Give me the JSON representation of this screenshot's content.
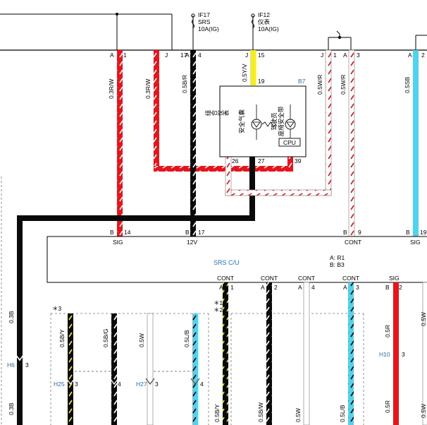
{
  "colors": {
    "red": "#e8141b",
    "black": "#0a0a0a",
    "yellow": "#f6ee1e",
    "cyan": "#4fd3f1",
    "white_wire": "#ffffff",
    "blue_text": "#2a6fb3"
  },
  "fuses": {
    "if17": {
      "id": "IF17",
      "name": "SRS",
      "rating": "10A(IG)"
    },
    "if12": {
      "id": "IF12",
      "name": "仪表",
      "rating": "10A(IG)"
    }
  },
  "top_connector": {
    "pins": [
      {
        "letter": "A",
        "num": "1"
      },
      {
        "letter": "J",
        "num": "17"
      },
      {
        "letter": "A",
        "num": "4"
      },
      {
        "letter": "J",
        "num": "15"
      },
      {
        "letter": "J",
        "num": "1"
      },
      {
        "letter": "A",
        "num": "3"
      },
      {
        "letter": "A",
        "num": "2"
      }
    ]
  },
  "wires": {
    "w1": "0.3R/W",
    "w2": "0.3R/W",
    "w3": "0.5B/R",
    "w4": "0.5Y/V",
    "w5": "0.5W/R",
    "w6": "0.5W/R",
    "w7": "0.5SB",
    "w_left_top": "0.3B",
    "w_left_bot": "0.3B",
    "w_h1": "0.5B/Y",
    "w_h2": "0.5B/G",
    "w_h3": "0.5W",
    "w_h4": "0.5L/B",
    "w_r1": "0.5R",
    "w_r2": "0.5R",
    "w_c1": "0.5B/Y",
    "w_c2": "0.5B/W",
    "w_c3": "0.5W",
    "w_c4": "0.5L/B",
    "w_right_top": "0.5W",
    "w_right_bot": "0.5W"
  },
  "cluster": {
    "ref": "B7",
    "title": "组合仪表",
    "airbag": "安全气囊",
    "seatbelt_line1": "驾驶员",
    "seatbelt_line2": "座椅安全带",
    "cpu": "CPU",
    "pin_top": "19",
    "pins_bottom": [
      "26",
      "27",
      "39"
    ]
  },
  "srs": {
    "title": "SRS C/U",
    "conn_a": "A: R1",
    "conn_b": "B: B3",
    "top_pins": [
      {
        "letter": "B",
        "num": "14",
        "label": "SIG"
      },
      {
        "letter": "B",
        "num": "17",
        "label": "12V"
      },
      {
        "letter": "B",
        "num": "9",
        "label": "CONT"
      },
      {
        "letter": "B",
        "num": "19",
        "label": "SIG"
      }
    ],
    "bottom_pins": [
      {
        "letter": "A",
        "num": "1",
        "label": "CONT"
      },
      {
        "letter": "A",
        "num": "2",
        "label": "CONT"
      },
      {
        "letter": "A",
        "num": "4",
        "label": "CONT"
      },
      {
        "letter": "A",
        "num": "3",
        "label": "CONT"
      },
      {
        "letter": "B",
        "num": "2",
        "label": "SIG"
      }
    ]
  },
  "connectors": {
    "h6": {
      "id": "H6",
      "pin": "3"
    },
    "h25": {
      "id": "H25",
      "pin": "3"
    },
    "h27": {
      "id": "H27",
      "pin": "3"
    },
    "h10": {
      "id": "H10",
      "pin": "3"
    },
    "h25_pin4": "4",
    "h27_pin4": "4"
  },
  "notes": {
    "star3": "＊3",
    "star1": "＊1",
    "star2": "＊2"
  }
}
